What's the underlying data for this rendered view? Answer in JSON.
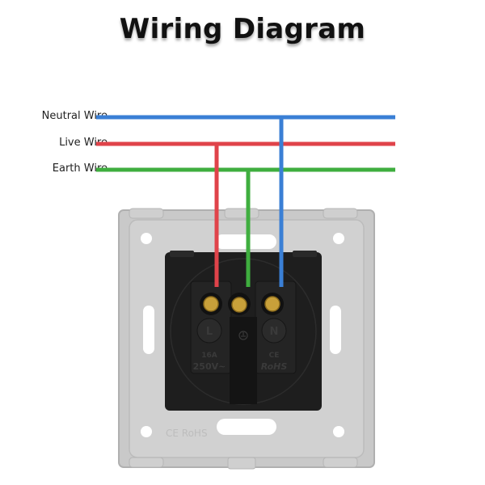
{
  "title": "Wiring Diagram",
  "wires": [
    {
      "id": "neutral",
      "label": "Neutral Wire",
      "color": "#3a7fd5",
      "terminal": "N"
    },
    {
      "id": "live",
      "label": "Live Wire",
      "color": "#e0434a",
      "terminal": "L"
    },
    {
      "id": "earth",
      "label": "Earth Wire",
      "color": "#3fae3f",
      "terminal": "earth"
    }
  ],
  "socket": {
    "terminal_left_label": "L",
    "terminal_right_label": "N",
    "rating_current": "16A",
    "rating_voltage": "250V~",
    "compliance_mark": "RoHS",
    "ce_mark": "CE",
    "plate_marking": "CE RoHS",
    "colors": {
      "plate": "#c9c9c9",
      "plate_edge": "#b3b3b3",
      "body": "#1e1e1e",
      "screw": "#c8a03a"
    }
  }
}
